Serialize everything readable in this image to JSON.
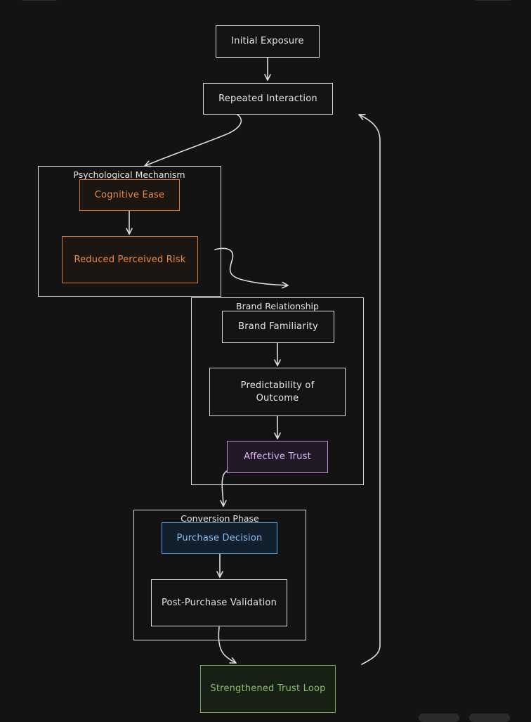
{
  "nodes": {
    "initial_exposure": "Initial Exposure",
    "repeated_interaction": "Repeated Interaction",
    "cognitive_ease": "Cognitive Ease",
    "reduced_perceived_risk": "Reduced Perceived Risk",
    "brand_familiarity": "Brand Familiarity",
    "predictability_of_outcome": "Predictability of Outcome",
    "affective_trust": "Affective Trust",
    "purchase_decision": "Purchase Decision",
    "post_purchase_validation": "Post-Purchase Validation",
    "strengthened_trust_loop": "Strengthened Trust Loop"
  },
  "groups": {
    "psychological_mechanism": "Psychological Mechanism",
    "brand_relationship": "Brand Relationship",
    "conversion_phase": "Conversion Phase"
  },
  "colors": {
    "background": "#131313",
    "line": "#dcdcdc",
    "orange": "#e07a32",
    "purple": "#c58ee6",
    "blue": "#58a4e6",
    "green": "#6aa84f"
  }
}
